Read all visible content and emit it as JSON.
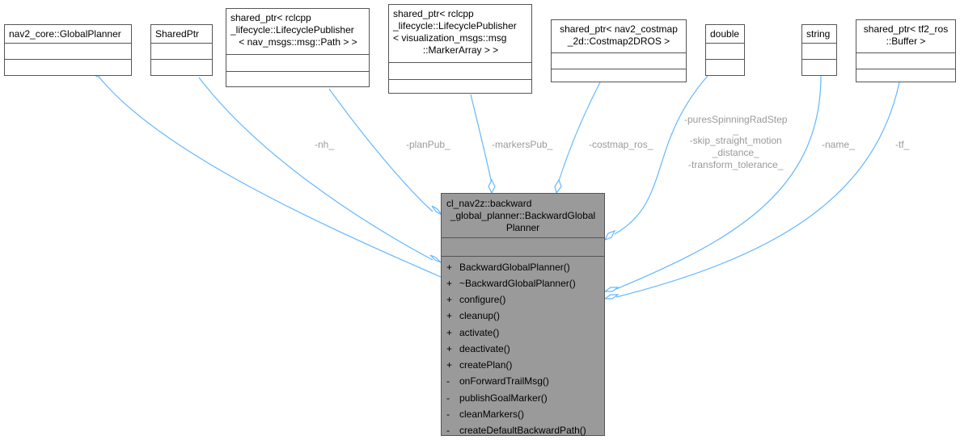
{
  "classes": {
    "global_planner": "nav2_core::GlobalPlanner",
    "shared_ptr": "SharedPtr",
    "plan_pub": [
      "shared_ptr< rclcpp",
      "_lifecycle::LifecyclePublisher",
      "< nav_msgs::msg::Path > >"
    ],
    "markers_pub": [
      "shared_ptr< rclcpp",
      "_lifecycle::LifecyclePublisher",
      "< visualization_msgs::msg",
      "::MarkerArray > >"
    ],
    "costmap": [
      "shared_ptr< nav2_costmap",
      "_2d::Costmap2DROS >"
    ],
    "double": "double",
    "string": "string",
    "tf_buffer": [
      "shared_ptr< tf2_ros",
      "::Buffer >"
    ]
  },
  "main_class": {
    "title": [
      "cl_nav2z::backward",
      "_global_planner::BackwardGlobal",
      "Planner"
    ],
    "methods": [
      {
        "vis": "+",
        "name": "BackwardGlobalPlanner()"
      },
      {
        "vis": "+",
        "name": "~BackwardGlobalPlanner()"
      },
      {
        "vis": "+",
        "name": "configure()"
      },
      {
        "vis": "+",
        "name": "cleanup()"
      },
      {
        "vis": "+",
        "name": "activate()"
      },
      {
        "vis": "+",
        "name": "deactivate()"
      },
      {
        "vis": "+",
        "name": "createPlan()"
      },
      {
        "vis": "-",
        "name": "onForwardTrailMsg()"
      },
      {
        "vis": "-",
        "name": "publishGoalMarker()"
      },
      {
        "vis": "-",
        "name": "cleanMarkers()"
      },
      {
        "vis": "-",
        "name": "createDefaultBackwardPath()"
      }
    ]
  },
  "edge_labels": {
    "nh": "-nh_",
    "plan_pub": "-planPub_",
    "markers_pub": "-markersPub_",
    "costmap": "-costmap_ros_",
    "double_fields": [
      "-puresSpinningRadStep",
      "_",
      "-skip_straight_motion",
      "_distance_",
      "-transform_tolerance_"
    ],
    "name": "-name_",
    "tf": "-tf_"
  },
  "colors": {
    "edge": "#63b8ff",
    "label": "#9a9a9a",
    "main_fill": "#9a9a9a",
    "border": "#555555"
  }
}
